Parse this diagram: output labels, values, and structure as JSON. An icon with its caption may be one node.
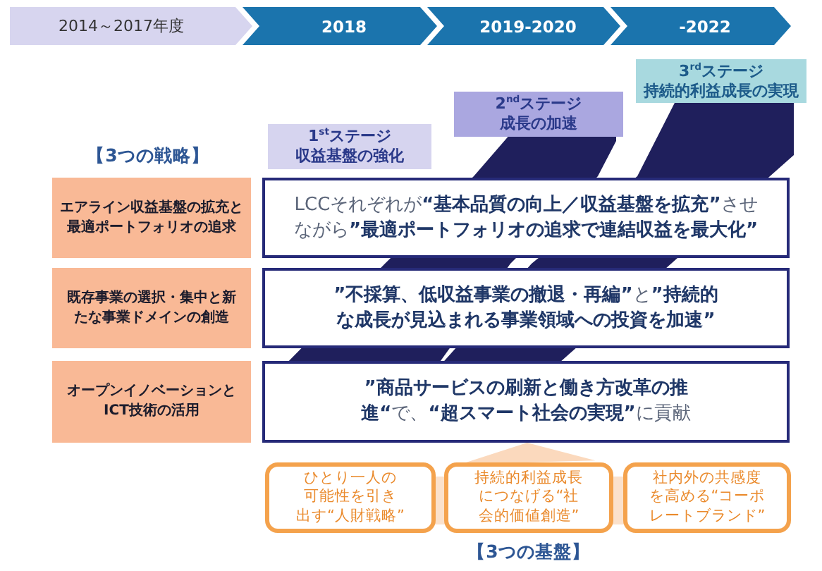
{
  "diagram": {
    "nodes": [
      {
        "text": [
          "2014～2017年度"
        ]
      },
      {
        "text": [
          "2018"
        ]
      },
      {
        "text": [
          "2019-2020"
        ]
      },
      {
        "text": [
          "-2022"
        ]
      },
      {
        "text": [
          "1$^{st}$ステージ",
          "収益基盤の強化"
        ]
      },
      {
        "text": [
          "2$^{nd}$ステージ",
          "成長の加速"
        ]
      },
      {
        "text": [
          "3$^{rd}$ステージ",
          "持続的利益成長の実現"
        ]
      },
      {
        "text": [
          "エアライン収益基盤の拡充と最適ポートフォリオの追求"
        ]
      },
      {
        "text": [
          "LCCそれぞれが**“基本品質の向上／収益基盤を拡充”**させながら**”最適ポートフォリオの追求で連結収益を最大化”**"
        ]
      },
      {
        "text": [
          "既存事業の選択・集中と新たな事業ドメインの創造"
        ]
      },
      {
        "text": [
          "**”不採算、低収益事業の撤退・再編”**と**”持続的な成長が見込まれる事業領域への投資を加速”**"
        ]
      },
      {
        "text": [
          "オープンイノベーションとICT技術の活用"
        ]
      },
      {
        "text": [
          "**”商品サービスの刷新と働き方改革の推進“**で、**“超スマート社会の実現”**に貢献"
        ]
      },
      {
        "text": [
          "ひとり一人の可能性を引き出す“人財戦略”"
        ]
      },
      {
        "text": [
          "持続的利益成長につなげる“社会的価値創造”"
        ]
      },
      {
        "text": [
          "社内外の共感度を高める“コーポレートブランド”"
        ]
      }
    ],
    "edges": [
      {
        "from": 14,
        "to": 12,
        "arrow": "to"
      }
    ],
    "labels": [
      "【3つの戦略】",
      "【3つの基盤】"
    ]
  }
}
